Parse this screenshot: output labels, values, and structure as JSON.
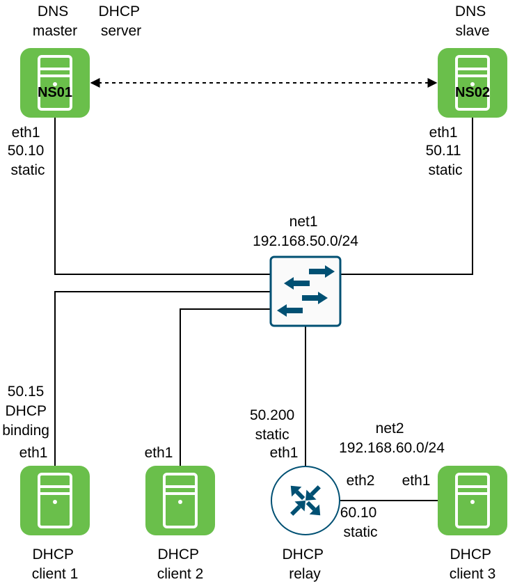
{
  "colors": {
    "server": "#6ABF4B",
    "switch_border": "#005073",
    "switch_fill": "#fafafa",
    "arrow": "#005073",
    "router_border": "#005073",
    "link": "#000000"
  },
  "nodes": {
    "ns01": {
      "name": "NS01",
      "role_lines": [
        "DNS",
        "master"
      ],
      "role2_lines": [
        "DHCP",
        "server"
      ],
      "iface_lines": [
        "eth1",
        "50.10",
        "static"
      ]
    },
    "ns02": {
      "name": "NS02",
      "role_lines": [
        "DNS",
        "slave"
      ],
      "iface_lines": [
        "eth1",
        "50.11",
        "static"
      ]
    },
    "switch": {
      "label_lines": [
        "net1",
        "192.168.50.0/24"
      ]
    },
    "client1": {
      "label_lines": [
        "DHCP",
        "client 1"
      ],
      "iface_lines": [
        "50.15",
        "DHCP",
        "binding",
        "eth1"
      ]
    },
    "client2": {
      "label_lines": [
        "DHCP",
        "client 2"
      ],
      "iface_lines": [
        "eth1"
      ]
    },
    "relay": {
      "label_lines": [
        "DHCP",
        "relay"
      ],
      "iface1_lines": [
        "50.200",
        "static",
        "eth1"
      ],
      "iface2_lines": [
        "eth2"
      ],
      "iface2_addr_lines": [
        "60.10",
        "static"
      ]
    },
    "client3": {
      "label_lines": [
        "DHCP",
        "client 3"
      ],
      "iface_lines": [
        "eth1"
      ]
    },
    "net2": {
      "label_lines": [
        "net2",
        "192.168.60.0/24"
      ]
    }
  }
}
